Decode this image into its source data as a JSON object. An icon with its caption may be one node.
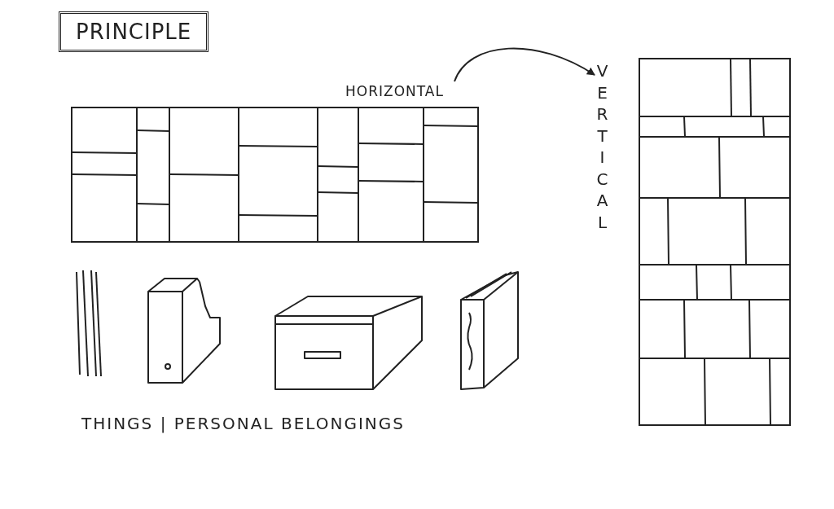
{
  "diagram": {
    "title": "PRINCIPLE",
    "nodes": [
      {
        "text": [
          "HORIZONTAL"
        ]
      },
      {
        "text": [
          "VERTICAL"
        ]
      }
    ],
    "edges": [
      {
        "from": 0,
        "to": 1,
        "arrow": "to"
      }
    ],
    "labels": [
      "THINGS | PERSONAL BELONGINGS"
    ]
  }
}
